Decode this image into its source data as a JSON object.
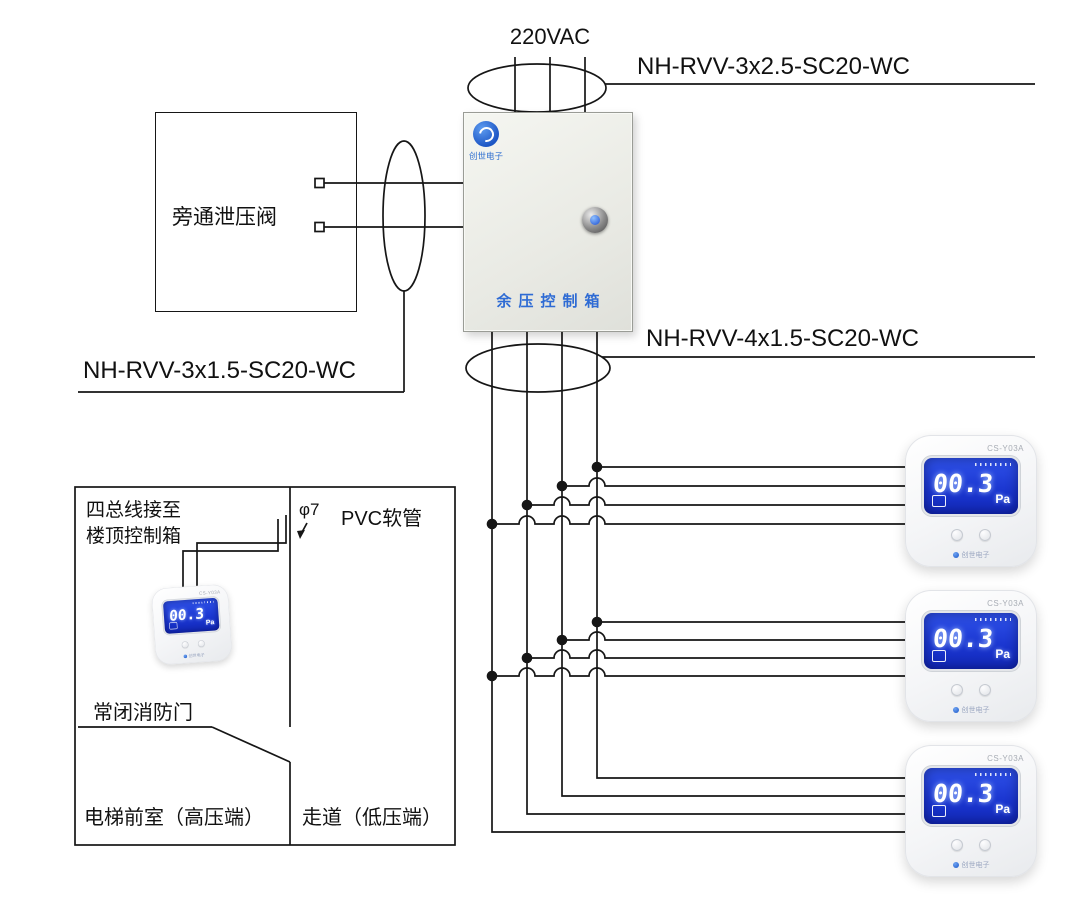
{
  "labels": {
    "power": "220VAC",
    "cable_top": "NH-RVV-3x2.5-SC20-WC",
    "cable_left": "NH-RVV-3x1.5-SC20-WC",
    "cable_bus": "NH-RVV-4x1.5-SC20-WC"
  },
  "bypass": {
    "label": "旁通泄压阀"
  },
  "control_box": {
    "brand": "创世电子",
    "title": "余压控制箱"
  },
  "room": {
    "note_line1": "四总线接至",
    "note_line2": "楼顶控制箱",
    "conduit_dia": "φ7",
    "conduit_type": "PVC软管",
    "door": "常闭消防门",
    "left_room": "电梯前室（高压端）",
    "right_room": "走道（低压端）"
  },
  "sensor": {
    "model": "CS-Y03A",
    "value": "00.3",
    "unit": "Pa",
    "brand": "创世电子"
  },
  "colors": {
    "line": "#161616",
    "accent_blue": "#2e6bd4",
    "lcd_blue": "#1a35cf"
  }
}
